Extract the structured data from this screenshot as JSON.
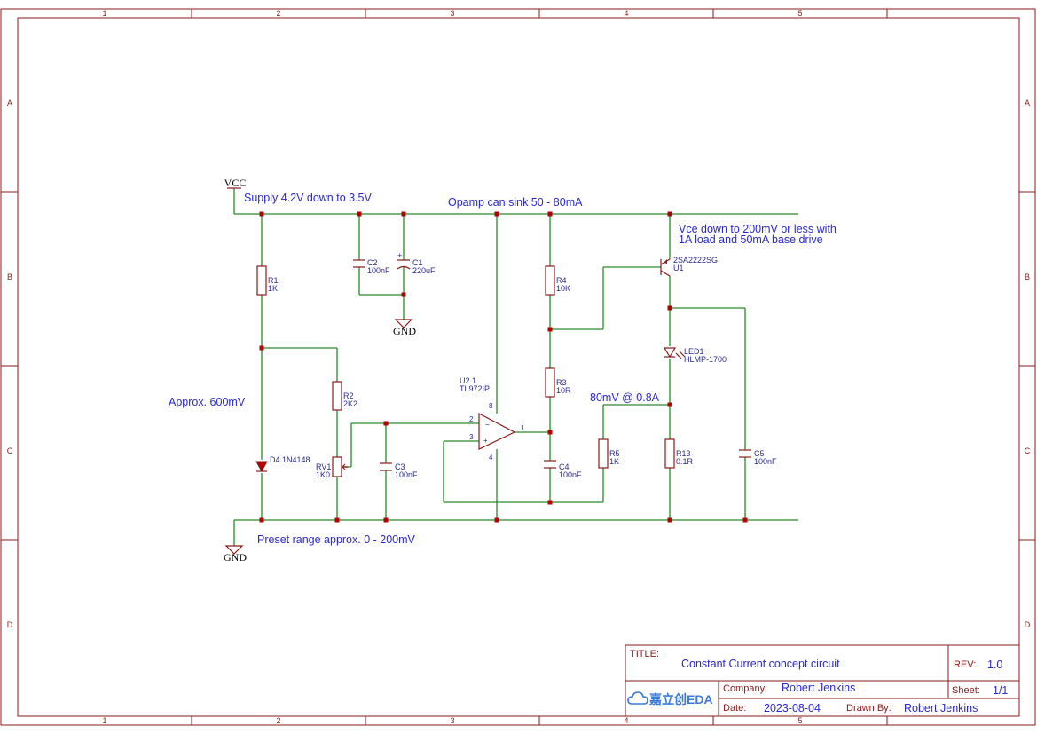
{
  "border": {
    "columns": [
      "1",
      "2",
      "3",
      "4",
      "5"
    ],
    "rows": [
      "A",
      "B",
      "C",
      "D"
    ]
  },
  "power": {
    "vcc": "VCC",
    "gnd_left": "GND",
    "gnd_cap": "GND"
  },
  "notes": {
    "supply": "Supply 4.2V down to 3.5V",
    "opamp_sink": "Opamp can sink 50 - 80mA",
    "vce_line1": "Vce down to 200mV or less with",
    "vce_line2": "1A load and 50mA base drive",
    "approx": "Approx. 600mV",
    "preset": "Preset range approx. 0 - 200mV",
    "sense": "80mV @ 0.8A"
  },
  "components": {
    "r1": {
      "ref": "R1",
      "value": "1K"
    },
    "r2": {
      "ref": "R2",
      "value": "2K2"
    },
    "r3": {
      "ref": "R3",
      "value": "10R"
    },
    "r4": {
      "ref": "R4",
      "value": "10K"
    },
    "r5": {
      "ref": "R5",
      "value": "1K"
    },
    "r13": {
      "ref": "R13",
      "value": "0.1R"
    },
    "c1": {
      "ref": "C1",
      "value": "220uF"
    },
    "c2": {
      "ref": "C2",
      "value": "100nF"
    },
    "c3": {
      "ref": "C3",
      "value": "100nF"
    },
    "c4": {
      "ref": "C4",
      "value": "100nF"
    },
    "c5": {
      "ref": "C5",
      "value": "100nF"
    },
    "d4": {
      "label": "D4 1N4148"
    },
    "rv1": {
      "ref": "RV1",
      "value": "1K0"
    },
    "u2": {
      "ref": "U2.1",
      "value": "TL972IP"
    },
    "u1": {
      "ref": "U1",
      "value": "2SA2222SG"
    },
    "led1": {
      "ref": "LED1",
      "value": "HLMP-1700"
    }
  },
  "opamp_pins": {
    "inv": "2",
    "noninv": "3",
    "out": "1",
    "vplus": "8",
    "vminus": "4",
    "minus_sign": "−",
    "plus_sign": "+"
  },
  "title_block": {
    "title_label": "TITLE:",
    "title": "Constant Current concept circuit",
    "rev_label": "REV:",
    "rev": "1.0",
    "company_label": "Company:",
    "company": "Robert Jenkins",
    "sheet_label": "Sheet:",
    "sheet": "1/1",
    "date_label": "Date:",
    "date": "2023-08-04",
    "drawn_label": "Drawn By:",
    "drawn": "Robert Jenkins",
    "logo": "嘉立创EDA"
  },
  "colors": {
    "wire": "#2a8a2a",
    "part": "#8b1a1a",
    "text": "#2929cc",
    "junction": "#b30000"
  }
}
